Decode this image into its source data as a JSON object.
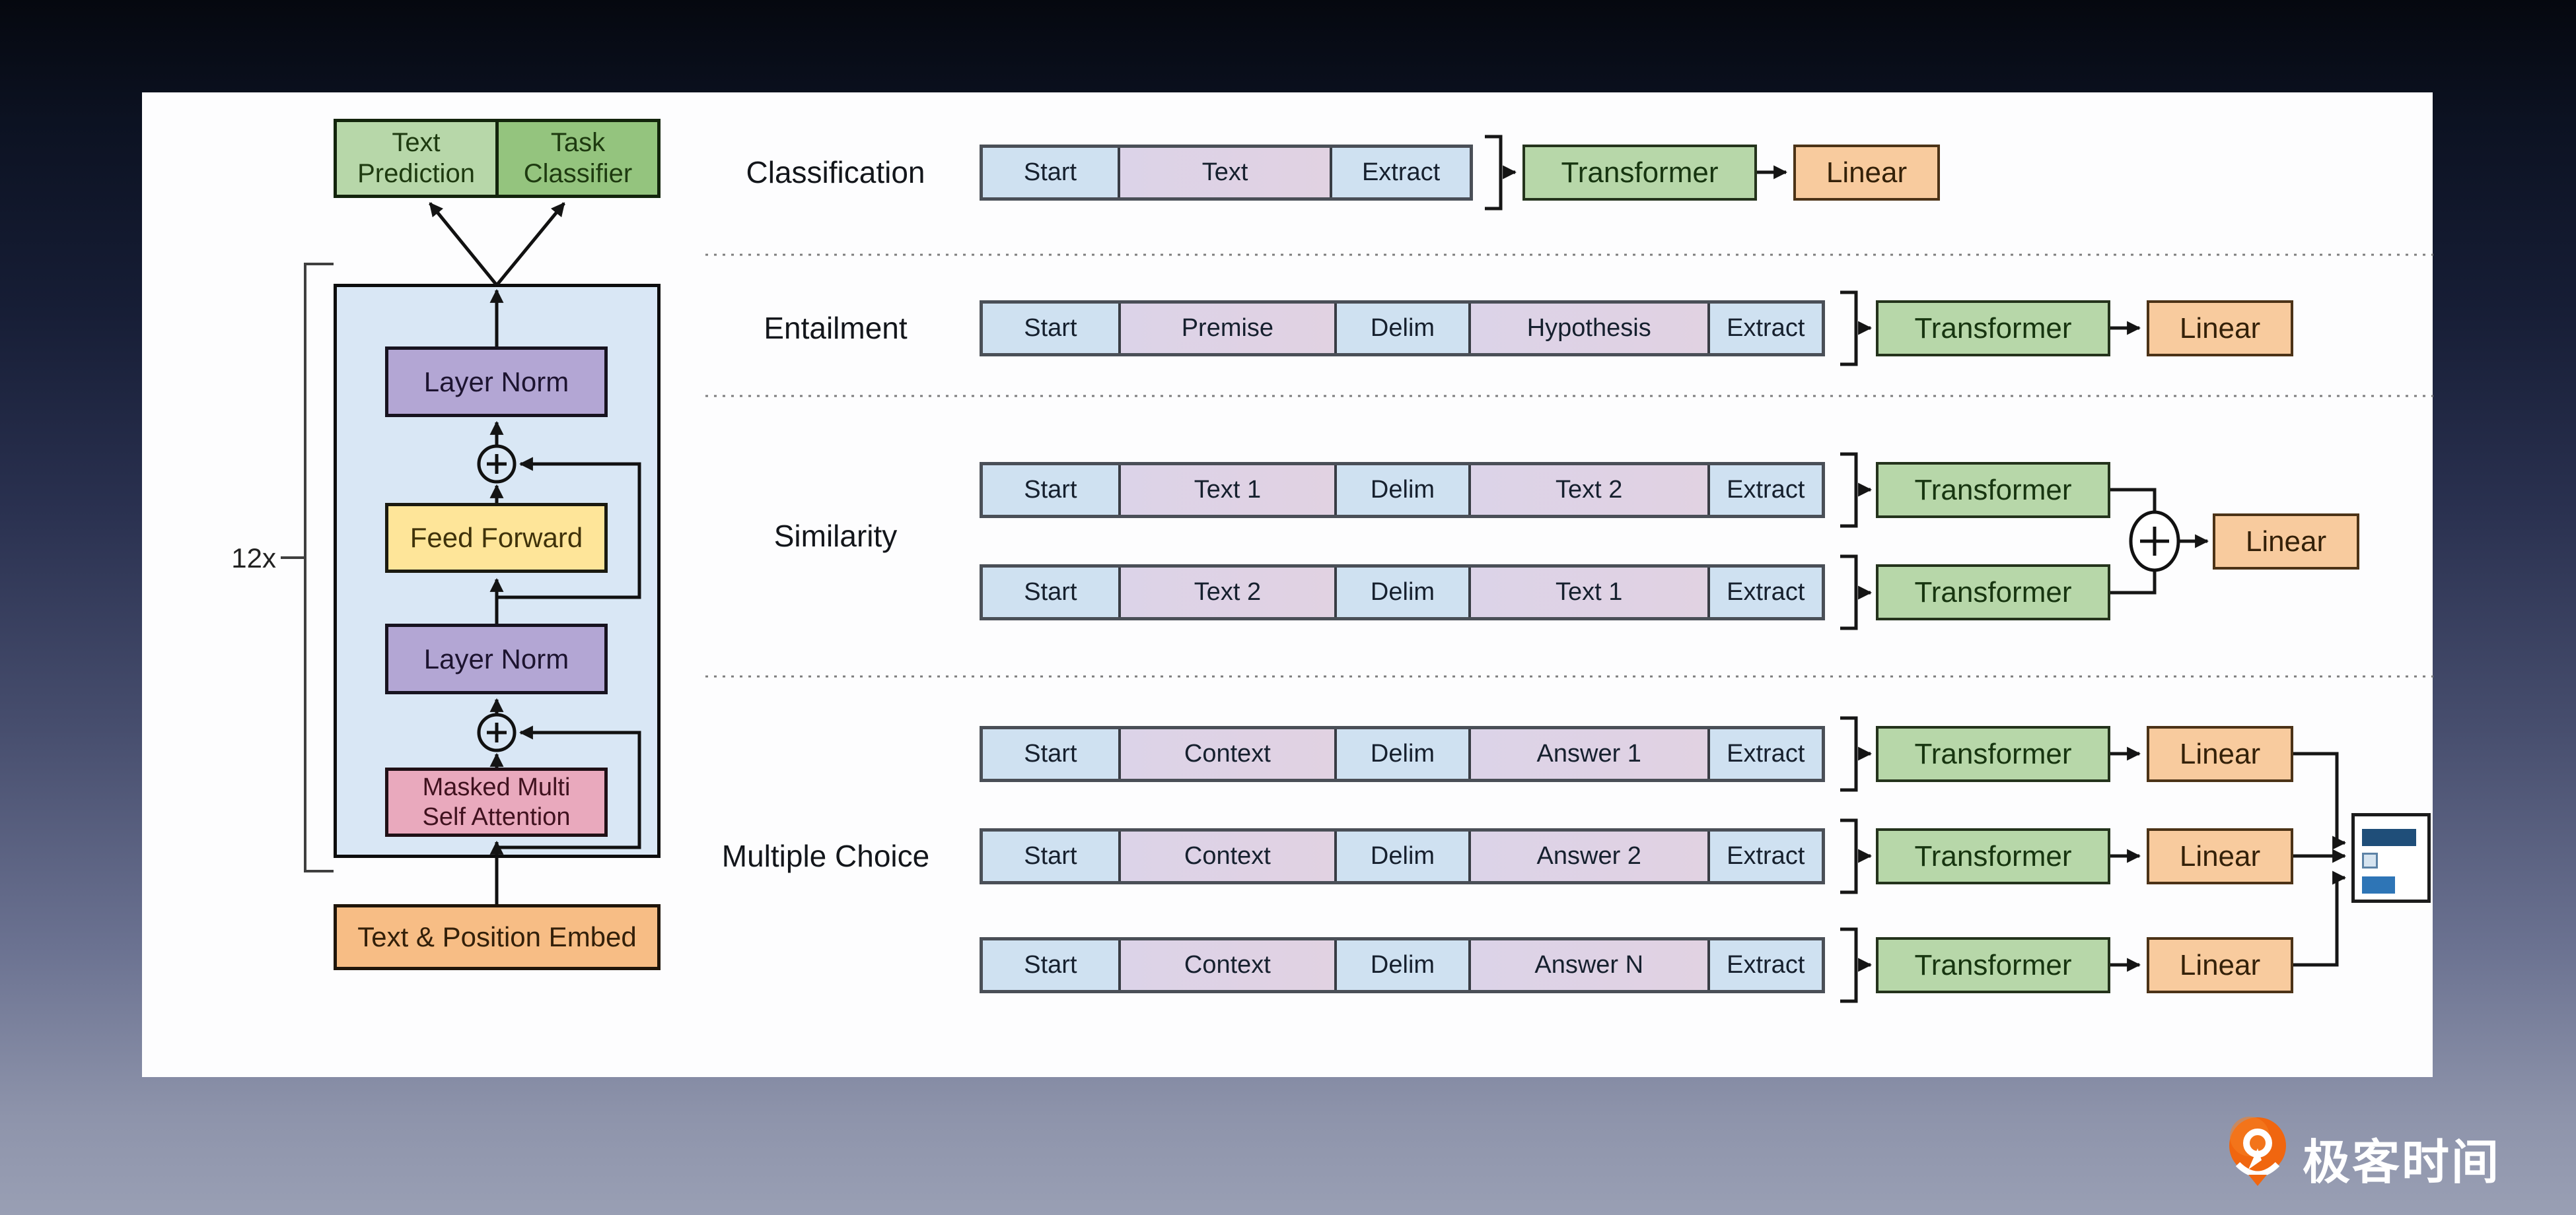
{
  "colors": {
    "panel": "#fdfdfe",
    "bg_top": "#070b16",
    "bg_bottom": "#999fb4",
    "cell_blue": "#cfe1f1",
    "cell_lavender": "#dcd3e8",
    "transformer_green": "#b7d7a9",
    "classifier_green": "#94c47e",
    "layer_norm_purple": "#b3a6d4",
    "feed_forward_yellow": "#fee599",
    "attention_pink": "#e9a9bd",
    "linear_orange": "#f8cb9e",
    "embed_orange": "#f7bd85",
    "block_blue": "#d9e7f5",
    "softmax_bar_dark": "#1f4e79",
    "softmax_bar_mid": "#2e75b6",
    "brand_orange": "#f0660f"
  },
  "left_diagram": {
    "text_prediction_line1": "Text",
    "text_prediction_line2": "Prediction",
    "task_classifier_line1": "Task",
    "task_classifier_line2": "Classifier",
    "layer_norm_top": "Layer Norm",
    "feed_forward": "Feed Forward",
    "layer_norm_bottom": "Layer Norm",
    "masked_line1": "Masked Multi",
    "masked_line2": "Self Attention",
    "embed": "Text & Position Embed",
    "repeat": "12x"
  },
  "tasks": {
    "classification": {
      "label": "Classification",
      "cells": [
        "Start",
        "Text",
        "Extract"
      ],
      "transformer": "Transformer",
      "linear": "Linear"
    },
    "entailment": {
      "label": "Entailment",
      "cells": [
        "Start",
        "Premise",
        "Delim",
        "Hypothesis",
        "Extract"
      ],
      "transformer": "Transformer",
      "linear": "Linear"
    },
    "similarity": {
      "label": "Similarity",
      "bars": [
        [
          "Start",
          "Text 1",
          "Delim",
          "Text 2",
          "Extract"
        ],
        [
          "Start",
          "Text 2",
          "Delim",
          "Text 1",
          "Extract"
        ]
      ],
      "transformer1": "Transformer",
      "transformer2": "Transformer",
      "linear": "Linear"
    },
    "multiple_choice": {
      "label": "Multiple Choice",
      "bars": [
        [
          "Start",
          "Context",
          "Delim",
          "Answer 1",
          "Extract"
        ],
        [
          "Start",
          "Context",
          "Delim",
          "Answer 2",
          "Extract"
        ],
        [
          "Start",
          "Context",
          "Delim",
          "Answer N",
          "Extract"
        ]
      ],
      "transformers": [
        "Transformer",
        "Transformer",
        "Transformer"
      ],
      "linears": [
        "Linear",
        "Linear",
        "Linear"
      ]
    }
  },
  "watermark": {
    "brand": "极客时间"
  }
}
